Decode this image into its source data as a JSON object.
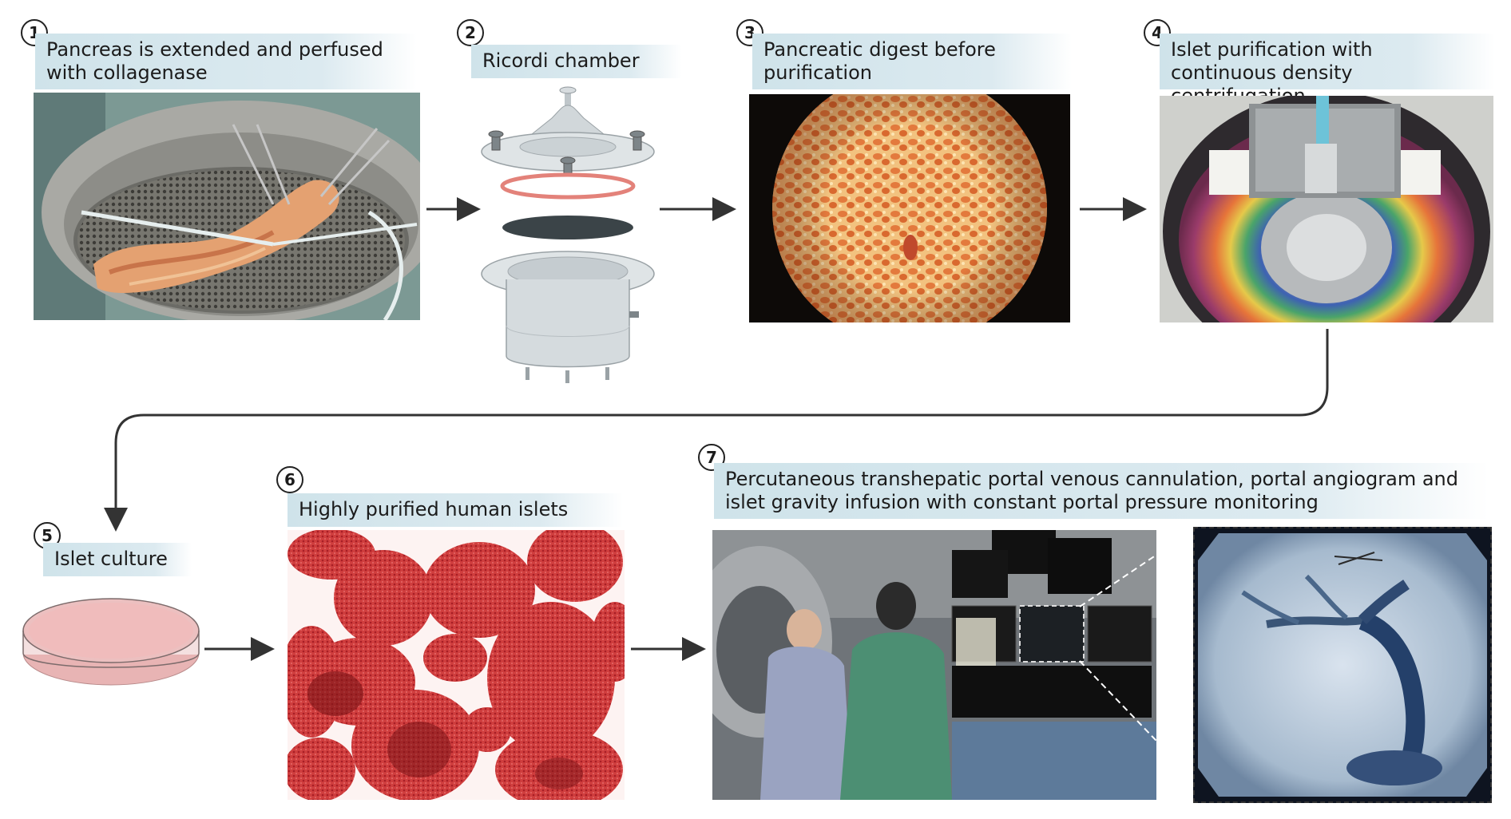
{
  "steps": [
    {
      "number": "1",
      "label": "Pancreas is extended and perfused with collagenase"
    },
    {
      "number": "2",
      "label": "Ricordi chamber"
    },
    {
      "number": "3",
      "label": "Pancreatic digest before purification"
    },
    {
      "number": "4",
      "label": "Islet purification with continuous density centrifugation"
    },
    {
      "number": "5",
      "label": "Islet culture"
    },
    {
      "number": "6",
      "label": "Highly purified human islets"
    },
    {
      "number": "7",
      "label": "Percutaneous transhepatic portal venous cannulation, portal angiogram and islet gravity infusion with constant portal pressure monitoring"
    }
  ],
  "colors": {
    "label_bg": "#cfe3ea",
    "arrow": "#333333",
    "digest_orange": "#e9823a",
    "islet_red": "#c9343a",
    "angio_blue": "#9fb6cf"
  }
}
